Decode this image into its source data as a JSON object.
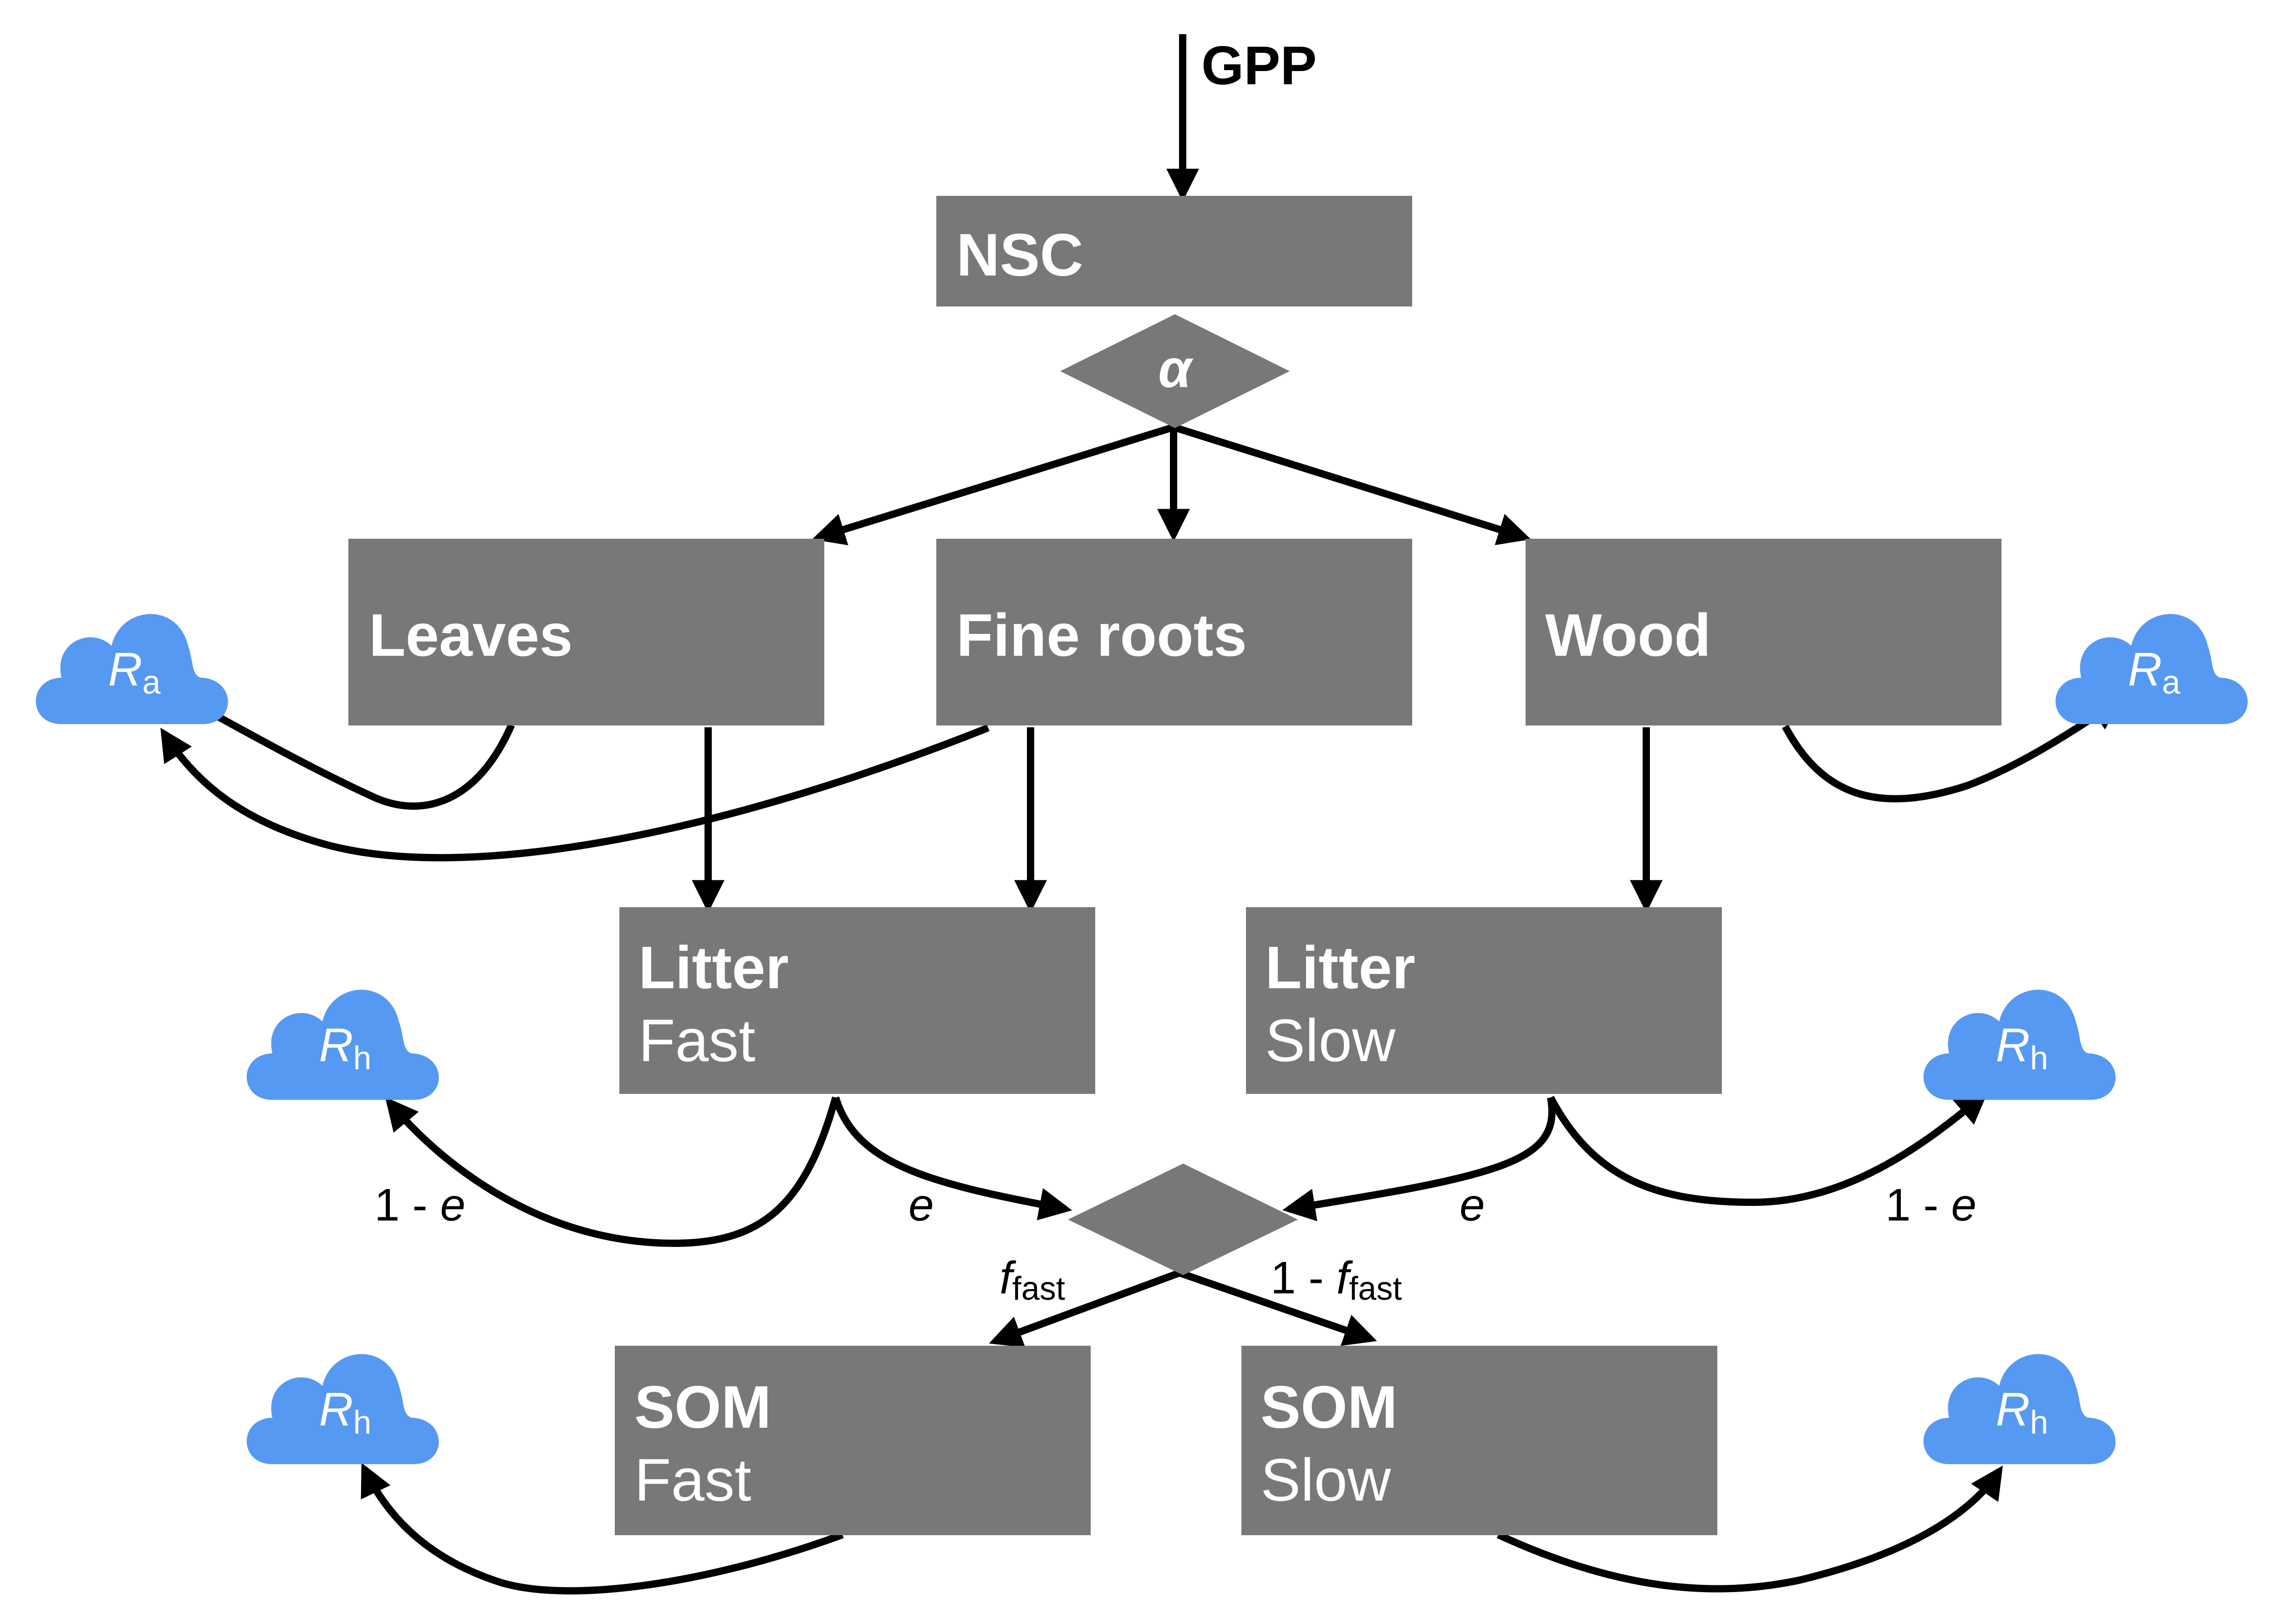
{
  "input": {
    "label": "GPP"
  },
  "pools": {
    "nsc": {
      "label": "NSC"
    },
    "leaves": {
      "label": "Leaves"
    },
    "fine_roots": {
      "label": "Fine roots"
    },
    "wood": {
      "label": "Wood"
    },
    "litter_fast": {
      "line1": "Litter",
      "line2": "Fast"
    },
    "litter_slow": {
      "line1": "Litter",
      "line2": "Slow"
    },
    "som_fast": {
      "line1": "SOM",
      "line2": "Fast"
    },
    "som_slow": {
      "line1": "SOM",
      "line2": "Slow"
    }
  },
  "allocation": {
    "symbol": "α"
  },
  "respiration": {
    "autotrophic": {
      "symbol": "R",
      "subscript": "a"
    },
    "heterotrophic": {
      "symbol": "R",
      "subscript": "h"
    }
  },
  "edge_labels": {
    "one_minus_e": {
      "prefix": "1 - ",
      "var": "e"
    },
    "e": {
      "var": "e"
    },
    "f_fast": {
      "var": "f",
      "sub": "fast"
    },
    "one_minus_f_fast": {
      "prefix": "1 - ",
      "var": "f",
      "sub": "fast"
    }
  },
  "colors": {
    "box": "#787878",
    "cloud": "#5599f2",
    "arrow": "#000000"
  }
}
